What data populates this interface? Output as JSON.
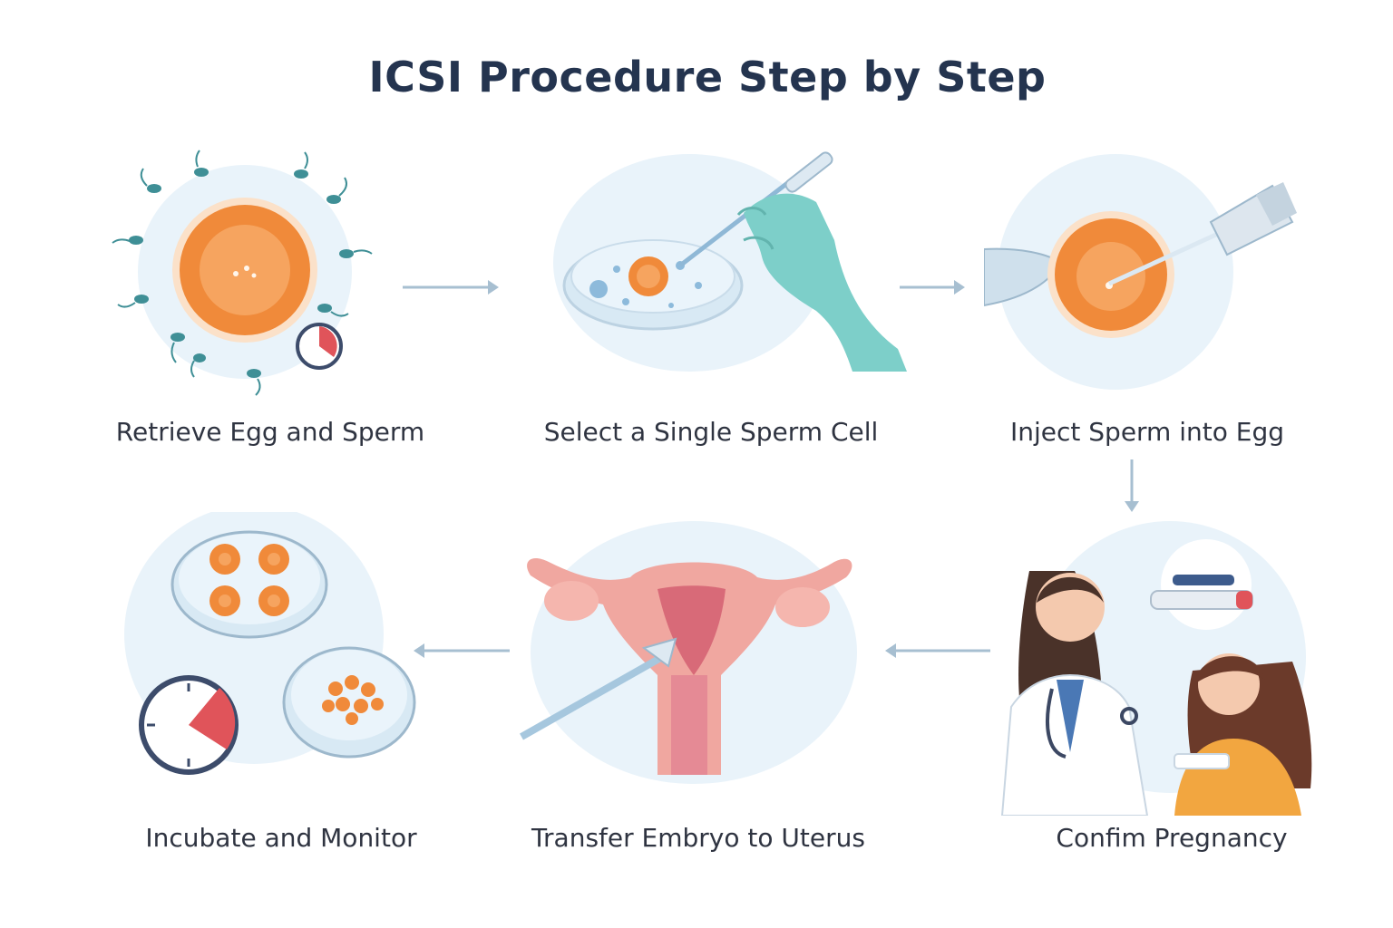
{
  "title": "ICSI Procedure Step by Step",
  "steps": [
    {
      "label": "Retrieve Egg and Sperm"
    },
    {
      "label": "Select a Single Sperm Cell"
    },
    {
      "label": "Inject Sperm into Egg"
    },
    {
      "label": "Confim Pregnancy"
    },
    {
      "label": "Transfer Embryo to Uterus"
    },
    {
      "label": "Incubate and Monitor"
    }
  ],
  "colors": {
    "title": "#24344f",
    "label": "#2f3441",
    "bubble": "#e9f3fa",
    "egg": "#f08a3a",
    "sperm": "#3f8f96",
    "glove": "#7dcfc9",
    "uterus": "#f0a7a0",
    "arrow": "#a7bfd1"
  },
  "icons": [
    "egg-icon",
    "sperm-icon",
    "timer-icon",
    "petri-dish-icon",
    "gloved-hand-icon",
    "pipette-icon",
    "micro-needle-icon",
    "uterus-icon",
    "catheter-icon",
    "doctor-icon",
    "patient-icon",
    "pregnancy-test-icon"
  ]
}
